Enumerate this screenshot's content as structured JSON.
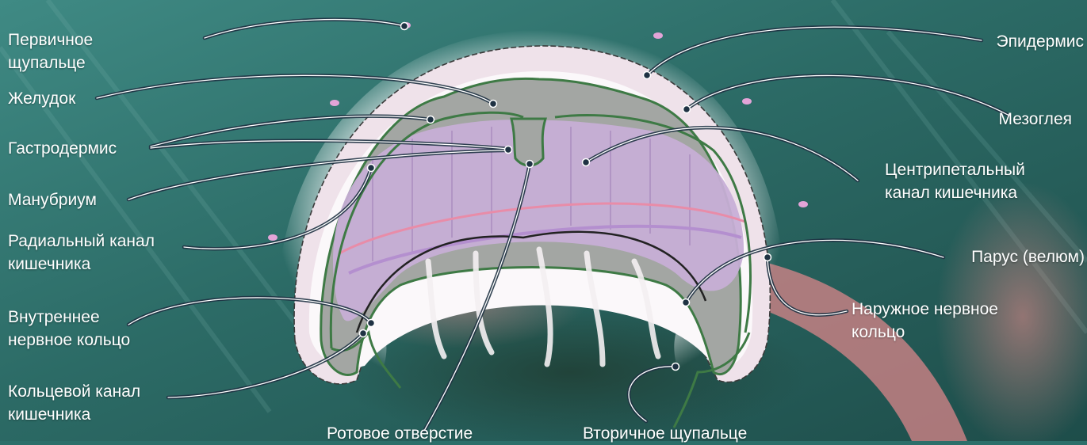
{
  "labels": {
    "primary_tentacle": [
      "Первичное",
      "щупальце"
    ],
    "stomach": [
      "Желудок"
    ],
    "gastrodermis": [
      "Гастродермис"
    ],
    "manubrium": [
      "Манубриум"
    ],
    "radial_canal": [
      "Радиальный канал",
      "кишечника"
    ],
    "inner_nerve_ring": [
      "Внутреннее",
      "нервное кольцо"
    ],
    "ring_canal": [
      "Кольцевой канал",
      "кишечника"
    ],
    "mouth": [
      "Ротовое отверстие"
    ],
    "secondary_tentacle": [
      "Вторичное щупальце"
    ],
    "epidermis": [
      "Эпидермис"
    ],
    "mesoglea": [
      "Мезоглея"
    ],
    "centripetal_canal": [
      "Центрипетальный",
      "канал кишечника"
    ],
    "velum": [
      "Парус (велюм)"
    ],
    "outer_nerve_ring": [
      "Наружное нервное",
      "кольцо"
    ]
  },
  "colors": {
    "background": "#2c6f6a",
    "bell_glow": "#f6eef2",
    "epidermis": "#efe2ea",
    "mesoglea": "#fbf8fa",
    "gastrodermis_line": "#3e7a45",
    "gut_fill": "#a3a6a3",
    "subumbrella": "#c7aed6",
    "leader_line": "#1f3243",
    "label_text": "#ffffff"
  }
}
